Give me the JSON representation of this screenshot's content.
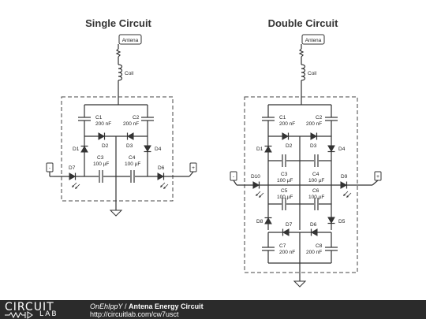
{
  "single": {
    "title": "Single Circuit",
    "antenna": "Antena",
    "coil": "Coil",
    "parts": {
      "C1": "C1",
      "C1v": "200 nF",
      "C2": "C2",
      "C2v": "200 nF",
      "D1": "D1",
      "D2": "D2",
      "D3": "D3",
      "D4": "D4",
      "C3": "C3",
      "C3v": "100 µF",
      "C4": "C4",
      "C4v": "100 µF",
      "D7": "D7",
      "D6": "D6"
    },
    "minus": "-",
    "plus": "+"
  },
  "double": {
    "title": "Double Circuit",
    "antenna": "Antena",
    "coil": "Coil",
    "parts": {
      "C1": "C1",
      "C1v": "200 nF",
      "C2": "C2",
      "C2v": "200 nF",
      "D1": "D1",
      "D2": "D2",
      "D3": "D3",
      "D4": "D4",
      "C3": "C3",
      "C3v": "100 µF",
      "C4": "C4",
      "C4v": "100 µF",
      "C5": "C5",
      "C5v": "100 µF",
      "C6": "C6",
      "C6v": "100 µF",
      "D10": "D10",
      "D9": "D9",
      "D8": "D8",
      "D7": "D7",
      "D6": "D6",
      "D5": "D5",
      "C7": "C7",
      "C7v": "200 nF",
      "C8": "C8",
      "C8v": "200 nF"
    },
    "minus": "-",
    "plus": "+"
  },
  "footer": {
    "logo_top": "CIRCUIT",
    "logo_bottom": "LAB",
    "user": "OnEhIppY",
    "separator": " / ",
    "project": "Antena Energy Circuit",
    "url": "http://circuitlab.com/cw7usct"
  }
}
